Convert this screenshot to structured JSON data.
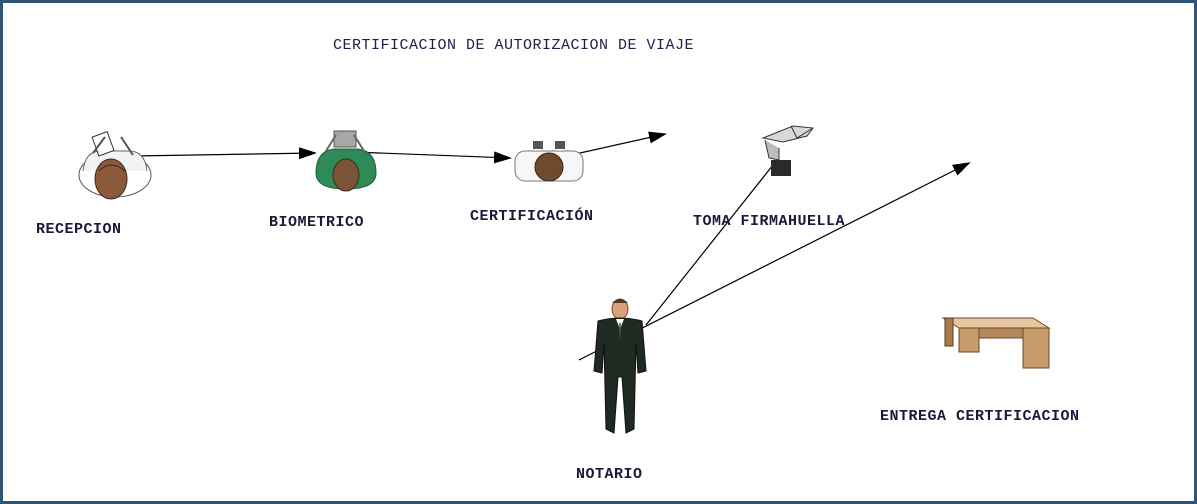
{
  "diagram": {
    "title": "CERTIFICACION DE AUTORIZACION DE VIAJE",
    "stations": {
      "recepcion": "RECEPCION",
      "biometrico": "BIOMETRICO",
      "certificacion": "CERTIFICACIÓN",
      "toma": "TOMA FIRMAHUELLA",
      "notario": "NOTARIO",
      "entrega": "ENTREGA CERTIFICACION"
    },
    "colors": {
      "border": "#2f5676",
      "text": "#1a1a3a",
      "arrow": "#000000",
      "desk": "#c89b6a"
    }
  }
}
